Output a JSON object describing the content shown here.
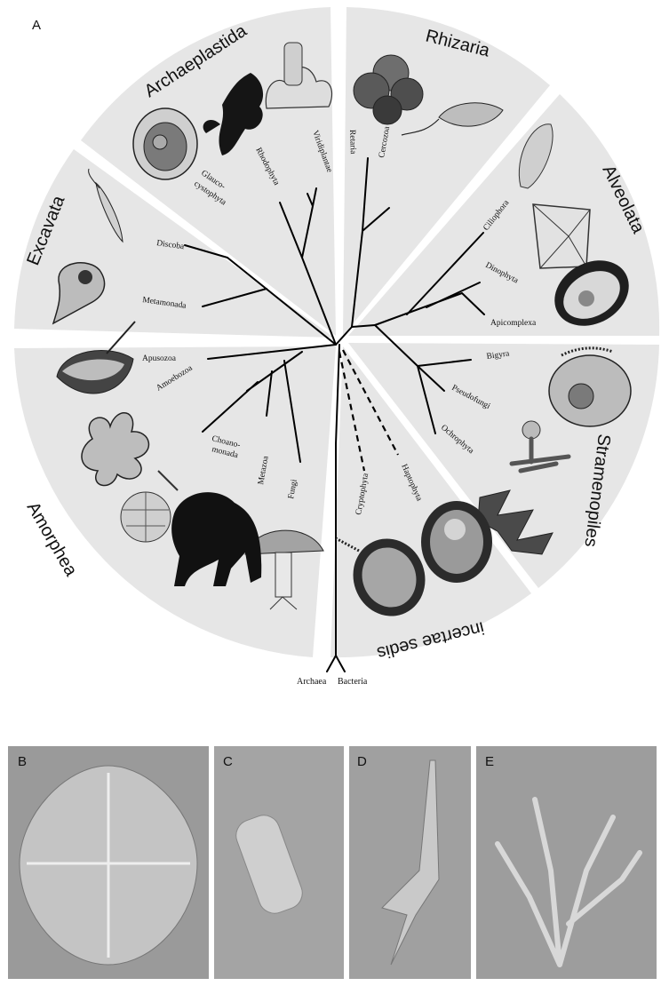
{
  "panels": {
    "A": "A",
    "B": "B",
    "C": "C",
    "D": "D",
    "E": "E"
  },
  "supergroups": {
    "archaeplastida": "Archaeplastida",
    "rhizaria": "Rhizaria",
    "alveolata": "Alveolata",
    "stramenopiles": "Stramenopiles",
    "incertae": "incertae sedis",
    "amorphea": "Amorphea",
    "excavata": "Excavata"
  },
  "taxa": {
    "viridiplantae": "Viridiplantae",
    "rhodophyta": "Rhodophyta",
    "glauco1": "Glauco-",
    "glauco2": "cystophyta",
    "retaria": "Retaria",
    "cercozoa": "Cercozoa",
    "ciliophora": "Ciliophora",
    "dinophyta": "Dinophyta",
    "apicomplexa": "Apicomplexa",
    "bigyra": "Bigyra",
    "pseudofungi": "Pseudofungi",
    "ochrophyta": "Ochrophyta",
    "haptophyta": "Haptophyta",
    "cryptophyta": "Cryptophyta",
    "fungi": "Fungi",
    "metazoa": "Metazoa",
    "choano1": "Choano-",
    "choano2": "monada",
    "amoebozoa": "Amoebozoa",
    "apusozoa": "Apusozoa",
    "metamonada": "Metamonada",
    "discoba": "Discoba",
    "archaea": "Archaea",
    "bacteria": "Bacteria"
  },
  "colors": {
    "sector": "#e6e6e6",
    "ink": "#111111",
    "photo_bg": "#9a9a9a"
  }
}
